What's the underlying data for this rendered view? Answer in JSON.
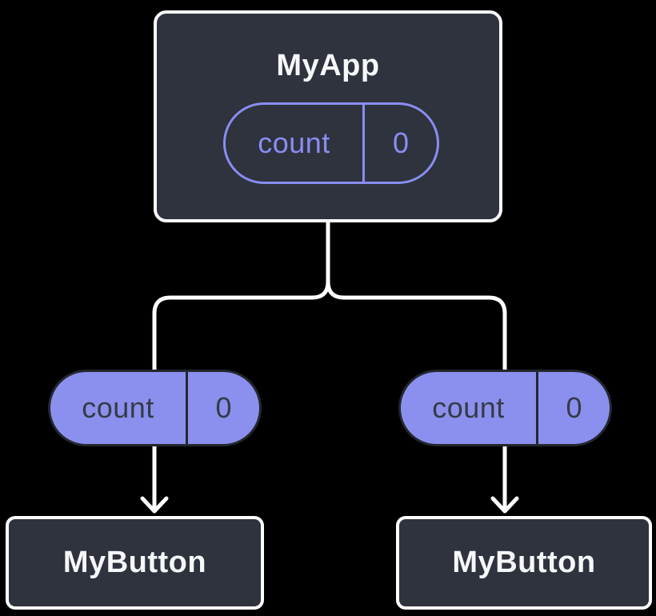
{
  "diagram": {
    "description": "React component tree sharing state: parent passes count state down as props to two child buttons",
    "root": {
      "label": "MyApp",
      "state": {
        "name": "count",
        "value": "0"
      }
    },
    "children": [
      {
        "label": "MyButton",
        "prop": {
          "name": "count",
          "value": "0"
        }
      },
      {
        "label": "MyButton",
        "prop": {
          "name": "count",
          "value": "0"
        }
      }
    ],
    "colors": {
      "background": "#000000",
      "box_fill": "#2E333D",
      "box_border": "#FFFFFF",
      "box_text": "#F6F7F9",
      "accent_purple": "#8A8DF2",
      "pill_fill": "#8B90EE",
      "pill_border_dark": "#23272F",
      "pill_text_dark": "#353B47",
      "connector_white": "#FFFFFF"
    }
  }
}
